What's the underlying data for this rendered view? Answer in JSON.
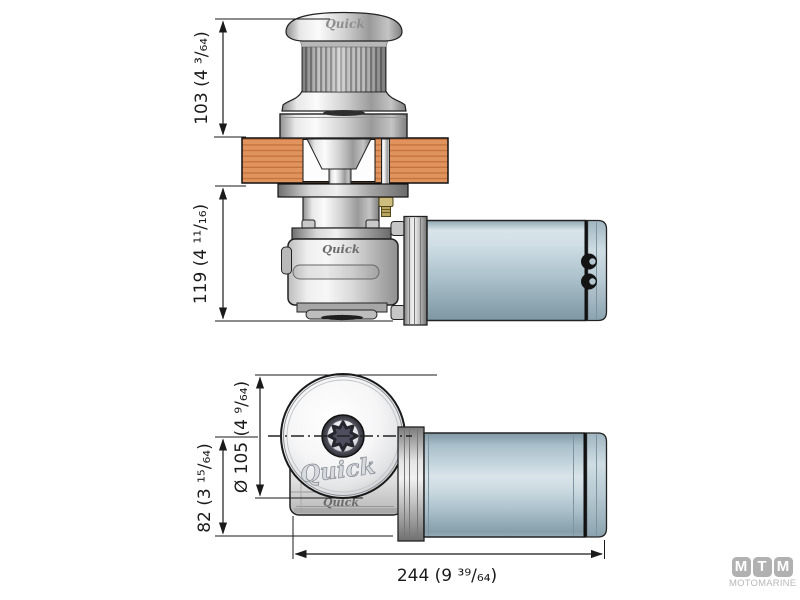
{
  "drawing": {
    "dimensions": {
      "above_deck_height": {
        "label": "103 (4 ³/₆₄)"
      },
      "below_deck_height": {
        "label": "119 (4 ¹¹/₁₆)"
      },
      "drum_diameter": {
        "label": "Ø 105 (4 ⁹/₆₄)"
      },
      "axis_to_base_height": {
        "label": "82 (3 ¹⁵/₆₄)"
      },
      "overall_length": {
        "label": "244 (9 ³⁹/₆₄)"
      }
    },
    "brand": {
      "drum_top": "Quick",
      "gearbox_side": "Quick",
      "plan_drum": "Quick",
      "plan_gearbox": "Quick"
    },
    "colors": {
      "deck_wood": "#e0935c",
      "deck_wood_grain": "#c3723e",
      "motor_body": "#aec3cd",
      "metal_light": "#e8e8e8",
      "dimension_line": "#1a1a1a",
      "logo_gray": "#b1b1b1"
    }
  },
  "footer_logo": {
    "letters": [
      "M",
      "T",
      "M"
    ],
    "name": "MOTOMARINE"
  }
}
